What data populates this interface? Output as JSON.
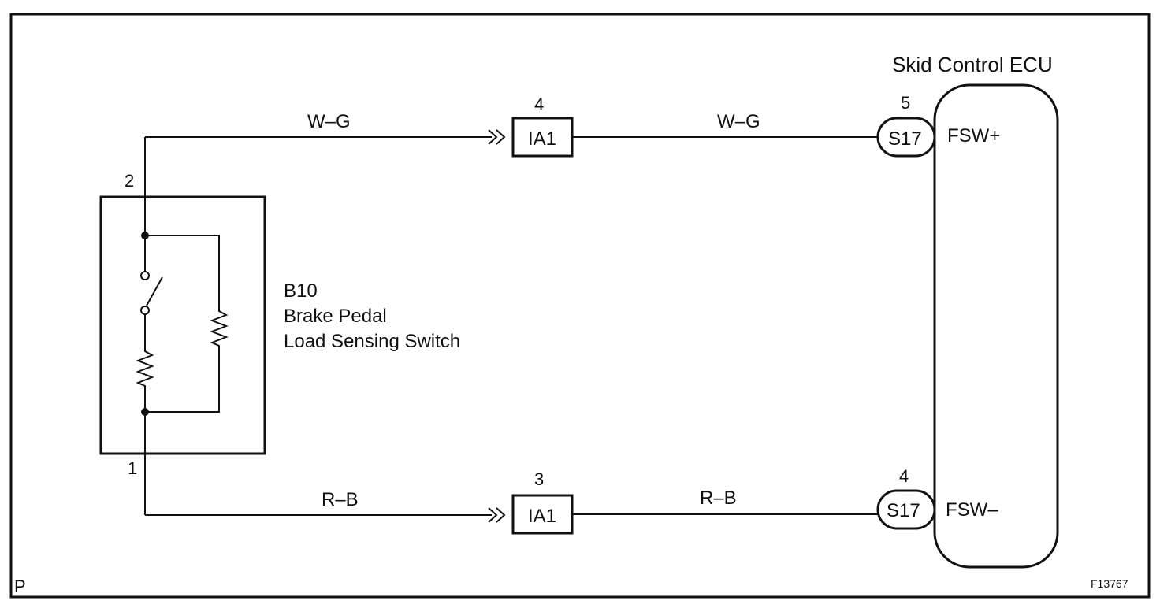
{
  "ecu": {
    "title": "Skid Control ECU",
    "terminal_top_label": "FSW+",
    "terminal_bottom_label": "FSW–"
  },
  "switch": {
    "code": "B10",
    "name_line1": "Brake Pedal",
    "name_line2": "Load Sensing Switch",
    "pin_top": "2",
    "pin_bottom": "1"
  },
  "wires": {
    "top_left_color": "W–G",
    "top_right_color": "W–G",
    "bottom_left_color": "R–B",
    "bottom_right_color": "R–B"
  },
  "connectors": {
    "top_junction": {
      "label": "IA1",
      "pin": "4"
    },
    "bottom_junction": {
      "label": "IA1",
      "pin": "3"
    },
    "top_ecu": {
      "label": "S17",
      "pin": "5"
    },
    "bottom_ecu": {
      "label": "S17",
      "pin": "4"
    }
  },
  "footer": {
    "left_mark": "P",
    "figure_id": "F13767"
  }
}
